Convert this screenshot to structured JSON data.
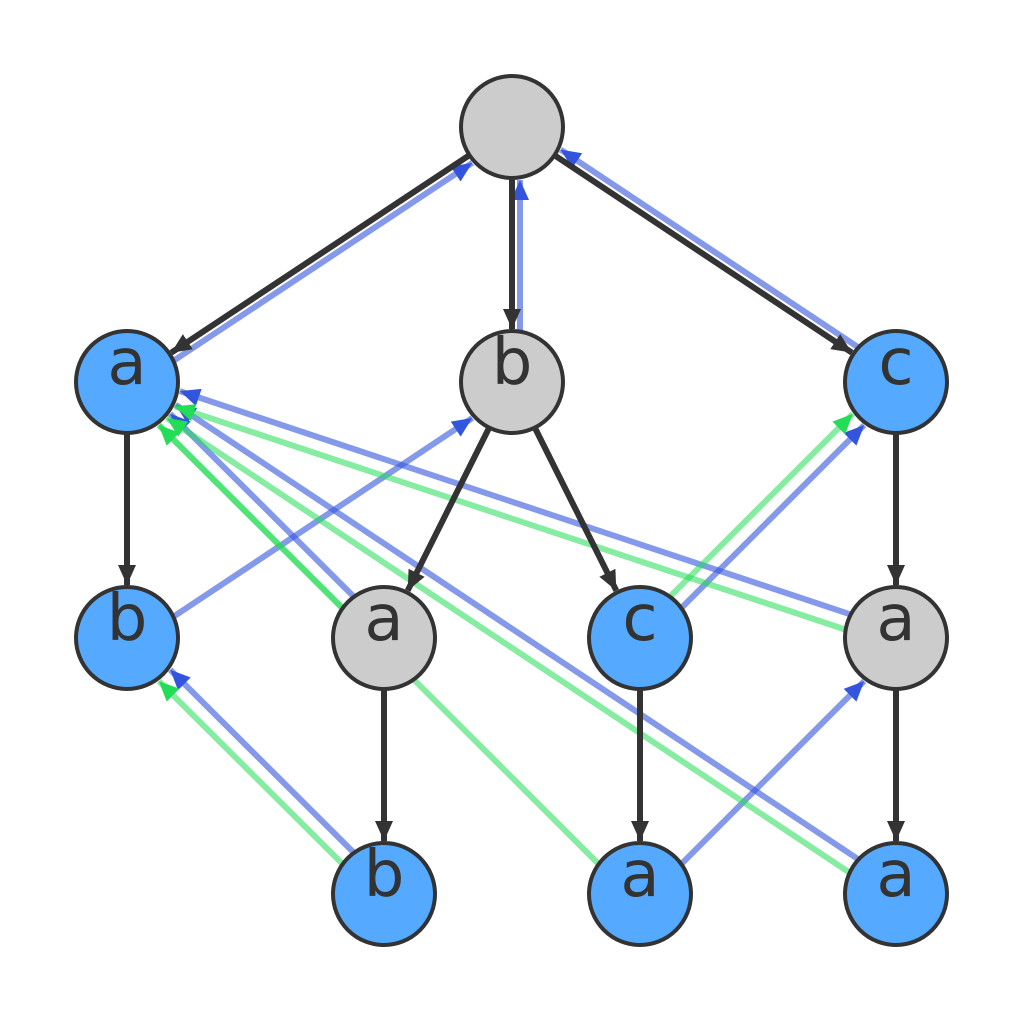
{
  "colors": {
    "tree_edge": "#333333",
    "suffix_link": "#3355dd",
    "output_link": "#22dd55",
    "node_stroke": "#333333",
    "node_fill_terminal": "#55aaff",
    "node_fill_plain": "#cccccc"
  },
  "nodes": [
    {
      "id": "root",
      "label": "",
      "terminal": false
    },
    {
      "id": "a",
      "label": "a",
      "terminal": true
    },
    {
      "id": "b",
      "label": "b",
      "terminal": false
    },
    {
      "id": "c",
      "label": "c",
      "terminal": true
    },
    {
      "id": "ab",
      "label": "b",
      "terminal": true
    },
    {
      "id": "ba",
      "label": "a",
      "terminal": false
    },
    {
      "id": "bc",
      "label": "c",
      "terminal": true
    },
    {
      "id": "ca",
      "label": "a",
      "terminal": false
    },
    {
      "id": "bab",
      "label": "b",
      "terminal": true
    },
    {
      "id": "bca",
      "label": "a",
      "terminal": true
    },
    {
      "id": "caa",
      "label": "a",
      "terminal": true
    }
  ],
  "tree_edges": [
    [
      "root",
      "a"
    ],
    [
      "root",
      "b"
    ],
    [
      "root",
      "c"
    ],
    [
      "a",
      "ab"
    ],
    [
      "b",
      "ba"
    ],
    [
      "b",
      "bc"
    ],
    [
      "c",
      "ca"
    ],
    [
      "ba",
      "bab"
    ],
    [
      "bc",
      "bca"
    ],
    [
      "ca",
      "caa"
    ]
  ],
  "suffix_links": [
    [
      "a",
      "root"
    ],
    [
      "b",
      "root"
    ],
    [
      "c",
      "root"
    ],
    [
      "ab",
      "b"
    ],
    [
      "ba",
      "a"
    ],
    [
      "bc",
      "c"
    ],
    [
      "ca",
      "a"
    ],
    [
      "bab",
      "ab"
    ],
    [
      "bca",
      "ca"
    ],
    [
      "caa",
      "a"
    ]
  ],
  "output_links": [
    [
      "ba",
      "a"
    ],
    [
      "bc",
      "c"
    ],
    [
      "ca",
      "a"
    ],
    [
      "bab",
      "ab"
    ],
    [
      "bca",
      "a"
    ],
    [
      "caa",
      "a"
    ]
  ]
}
